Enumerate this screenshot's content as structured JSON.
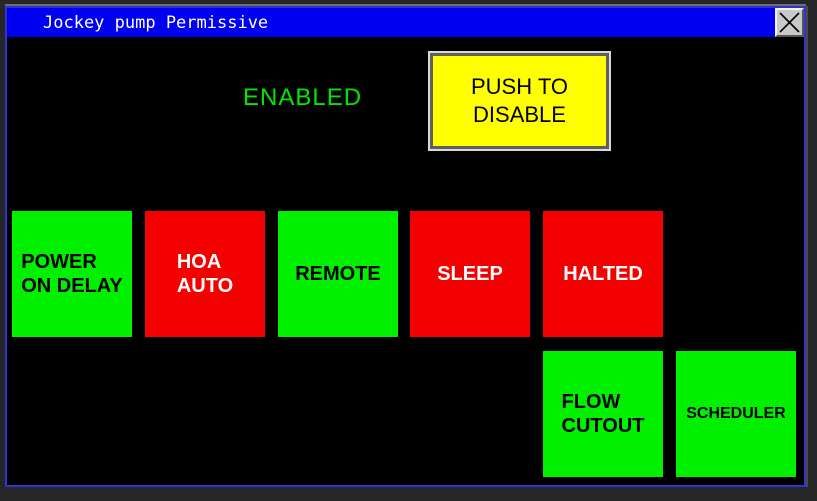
{
  "window": {
    "title": "Jockey pump Permissive"
  },
  "colors": {
    "title_bar": "#0000f0",
    "window_border": "#3232cc",
    "on": "#00f000",
    "off": "#f40000",
    "on_text": "#000000",
    "off_text": "#ffffff",
    "enabled_text": "#00e800",
    "action_button_bg": "#ffff00"
  },
  "status": {
    "label": "ENABLED"
  },
  "action_button": {
    "label": "PUSH TO\nDISABLE"
  },
  "indicators": [
    {
      "label": "POWER\nON DELAY",
      "state": "on"
    },
    {
      "label": "HOA\nAUTO",
      "state": "off"
    },
    {
      "label": "REMOTE",
      "state": "on"
    },
    {
      "label": "SLEEP",
      "state": "off"
    },
    {
      "label": "HALTED",
      "state": "off"
    },
    {
      "label": "FLOW\nCUTOUT",
      "state": "on"
    },
    {
      "label": "SCHEDULER",
      "state": "on"
    }
  ]
}
